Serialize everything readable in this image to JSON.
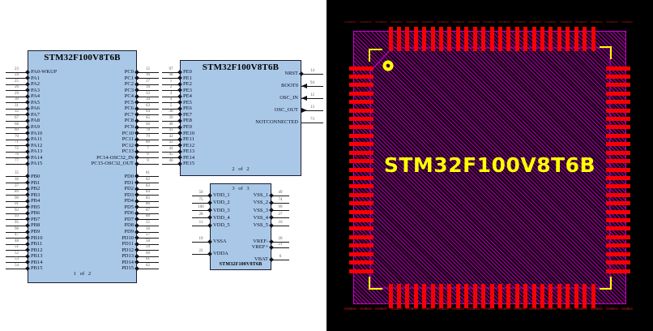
{
  "schematic": {
    "colors": {
      "symbol_fill": "#a9c8e8",
      "background": "#ffffff",
      "wire": "#1a1a1a"
    },
    "block1": {
      "title": "STM32F100V8T6B",
      "page_label": "1 of 2",
      "left_pins": [
        {
          "name": "PA0-WKUP",
          "num": "23"
        },
        {
          "name": "PA1",
          "num": "24"
        },
        {
          "name": "PA2",
          "num": "25"
        },
        {
          "name": "PA3",
          "num": "26"
        },
        {
          "name": "PA4",
          "num": "29"
        },
        {
          "name": "PA5",
          "num": "30"
        },
        {
          "name": "PA6",
          "num": "31"
        },
        {
          "name": "PA7",
          "num": "32"
        },
        {
          "name": "PA8",
          "num": "67"
        },
        {
          "name": "PA9",
          "num": "68"
        },
        {
          "name": "PA10",
          "num": "69"
        },
        {
          "name": "PA11",
          "num": "70"
        },
        {
          "name": "PA12",
          "num": "71"
        },
        {
          "name": "PA13",
          "num": "72"
        },
        {
          "name": "PA14",
          "num": "76"
        },
        {
          "name": "PA15",
          "num": "77"
        },
        {
          "name": "PB0",
          "num": "35"
        },
        {
          "name": "PB1",
          "num": "36"
        },
        {
          "name": "PB2",
          "num": "37"
        },
        {
          "name": "PB3",
          "num": "89"
        },
        {
          "name": "PB4",
          "num": "90"
        },
        {
          "name": "PB5",
          "num": "91"
        },
        {
          "name": "PB6",
          "num": "92"
        },
        {
          "name": "PB7",
          "num": "93"
        },
        {
          "name": "PB8",
          "num": "95"
        },
        {
          "name": "PB9",
          "num": "96"
        },
        {
          "name": "PB10",
          "num": "47"
        },
        {
          "name": "PB11",
          "num": "48"
        },
        {
          "name": "PB12",
          "num": "51"
        },
        {
          "name": "PB13",
          "num": "52"
        },
        {
          "name": "PB14",
          "num": "53"
        },
        {
          "name": "PB15",
          "num": "54"
        }
      ],
      "right_pins": [
        {
          "name": "PC0",
          "num": "15"
        },
        {
          "name": "PC1",
          "num": "16"
        },
        {
          "name": "PC2",
          "num": "17"
        },
        {
          "name": "PC3",
          "num": "18"
        },
        {
          "name": "PC4",
          "num": "33"
        },
        {
          "name": "PC5",
          "num": "34"
        },
        {
          "name": "PC6",
          "num": "63"
        },
        {
          "name": "PC7",
          "num": "64"
        },
        {
          "name": "PC8",
          "num": "65"
        },
        {
          "name": "PC9",
          "num": "66"
        },
        {
          "name": "PC10",
          "num": "78"
        },
        {
          "name": "PC11",
          "num": "79"
        },
        {
          "name": "PC12",
          "num": "80"
        },
        {
          "name": "PC13",
          "num": "7"
        },
        {
          "name": "PC14-OSC32_IN",
          "num": "8"
        },
        {
          "name": "PC15-OSC32_OUT",
          "num": "9"
        },
        {
          "name": "PD0",
          "num": "81"
        },
        {
          "name": "PD1",
          "num": "82"
        },
        {
          "name": "PD2",
          "num": "83"
        },
        {
          "name": "PD3",
          "num": "84"
        },
        {
          "name": "PD4",
          "num": "85"
        },
        {
          "name": "PD5",
          "num": "86"
        },
        {
          "name": "PD6",
          "num": "87"
        },
        {
          "name": "PD7",
          "num": "88"
        },
        {
          "name": "PD8",
          "num": "55"
        },
        {
          "name": "PD9",
          "num": "56"
        },
        {
          "name": "PD10",
          "num": "57"
        },
        {
          "name": "PD11",
          "num": "58"
        },
        {
          "name": "PD12",
          "num": "59"
        },
        {
          "name": "PD13",
          "num": "60"
        },
        {
          "name": "PD14",
          "num": "61"
        },
        {
          "name": "PD15",
          "num": "62"
        }
      ]
    },
    "block2": {
      "title": "STM32F100V8T6B",
      "page_label": "2 of 2",
      "left_pins": [
        {
          "name": "PE0",
          "num": "97"
        },
        {
          "name": "PE1",
          "num": "98"
        },
        {
          "name": "PE2",
          "num": "1"
        },
        {
          "name": "PE3",
          "num": "2"
        },
        {
          "name": "PE4",
          "num": "3"
        },
        {
          "name": "PE5",
          "num": "4"
        },
        {
          "name": "PE6",
          "num": "5"
        },
        {
          "name": "PE7",
          "num": "38"
        },
        {
          "name": "PE8",
          "num": "39"
        },
        {
          "name": "PE9",
          "num": "40"
        },
        {
          "name": "PE10",
          "num": "41"
        },
        {
          "name": "PE11",
          "num": "42"
        },
        {
          "name": "PE12",
          "num": "43"
        },
        {
          "name": "PE13",
          "num": "44"
        },
        {
          "name": "PE14",
          "num": "45"
        },
        {
          "name": "PE15",
          "num": "46"
        }
      ],
      "right_pins": [
        {
          "name": "NRST",
          "num": "14",
          "glyph": "diamond"
        },
        {
          "name": "BOOT0",
          "num": "94",
          "glyph": "arrow-in"
        },
        {
          "name": "OSC_IN",
          "num": "12",
          "glyph": "arrow-in"
        },
        {
          "name": "OSC_OUT",
          "num": "13",
          "glyph": "arrow-out"
        },
        {
          "name": "NOTCONNECTED",
          "num": "73",
          "glyph": "none"
        }
      ]
    },
    "block3": {
      "title": "STM32F100V8T6B",
      "page_label": "3 of 3",
      "left_pins": [
        {
          "name": "VDD_1",
          "num": "50"
        },
        {
          "name": "VDD_2",
          "num": "75"
        },
        {
          "name": "VDD_3",
          "num": "100"
        },
        {
          "name": "VDD_4",
          "num": "28"
        },
        {
          "name": "VDD_5",
          "num": "11"
        },
        {
          "name": "VSSA",
          "num": "19"
        },
        {
          "name": "VDDA",
          "num": "22"
        }
      ],
      "right_pins": [
        {
          "name": "VSS_1",
          "num": "49"
        },
        {
          "name": "VSS_2",
          "num": "74"
        },
        {
          "name": "VSS_3",
          "num": "99"
        },
        {
          "name": "VSS_4",
          "num": "27"
        },
        {
          "name": "VSS_5",
          "num": "10"
        },
        {
          "name": "VREF-",
          "num": "20"
        },
        {
          "name": "VREF+",
          "num": "21"
        },
        {
          "name": "VBAT",
          "num": "6"
        }
      ]
    }
  },
  "pcb": {
    "label": "STM32F100V8T6B",
    "pads_per_side": 25,
    "colors": {
      "background": "#000000",
      "pad": "#f80000",
      "hatch": "#a800a8",
      "courtyard_border": "#cf00cf",
      "assembly_outline": "#d800d8",
      "silkscreen": "#ffff00"
    }
  }
}
